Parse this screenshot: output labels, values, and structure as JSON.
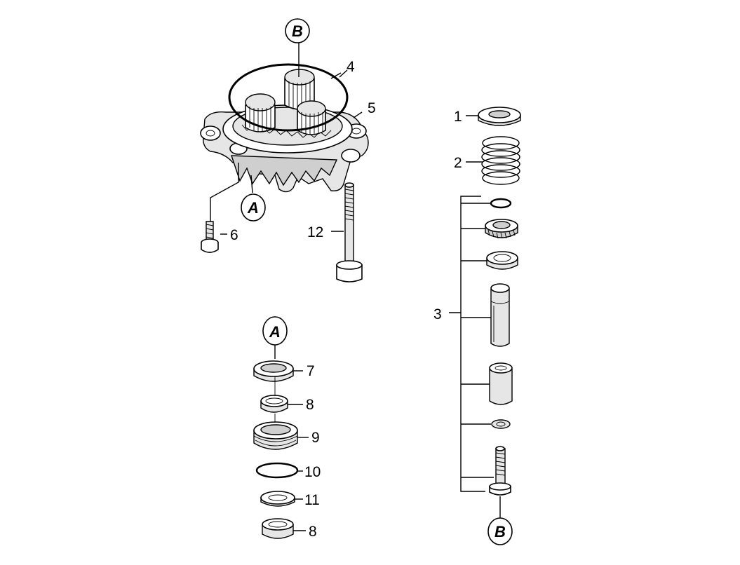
{
  "diagram": {
    "callouts": {
      "b_top": "B",
      "a_pump": "A",
      "a_stack": "A",
      "b_bottom": "B"
    },
    "labels": {
      "p1": "1",
      "p2": "2",
      "p3": "3",
      "p4": "4",
      "p5": "5",
      "p6": "6",
      "p7": "7",
      "p8a": "8",
      "p9": "9",
      "p10": "10",
      "p11": "11",
      "p8b": "8",
      "p12": "12"
    }
  }
}
